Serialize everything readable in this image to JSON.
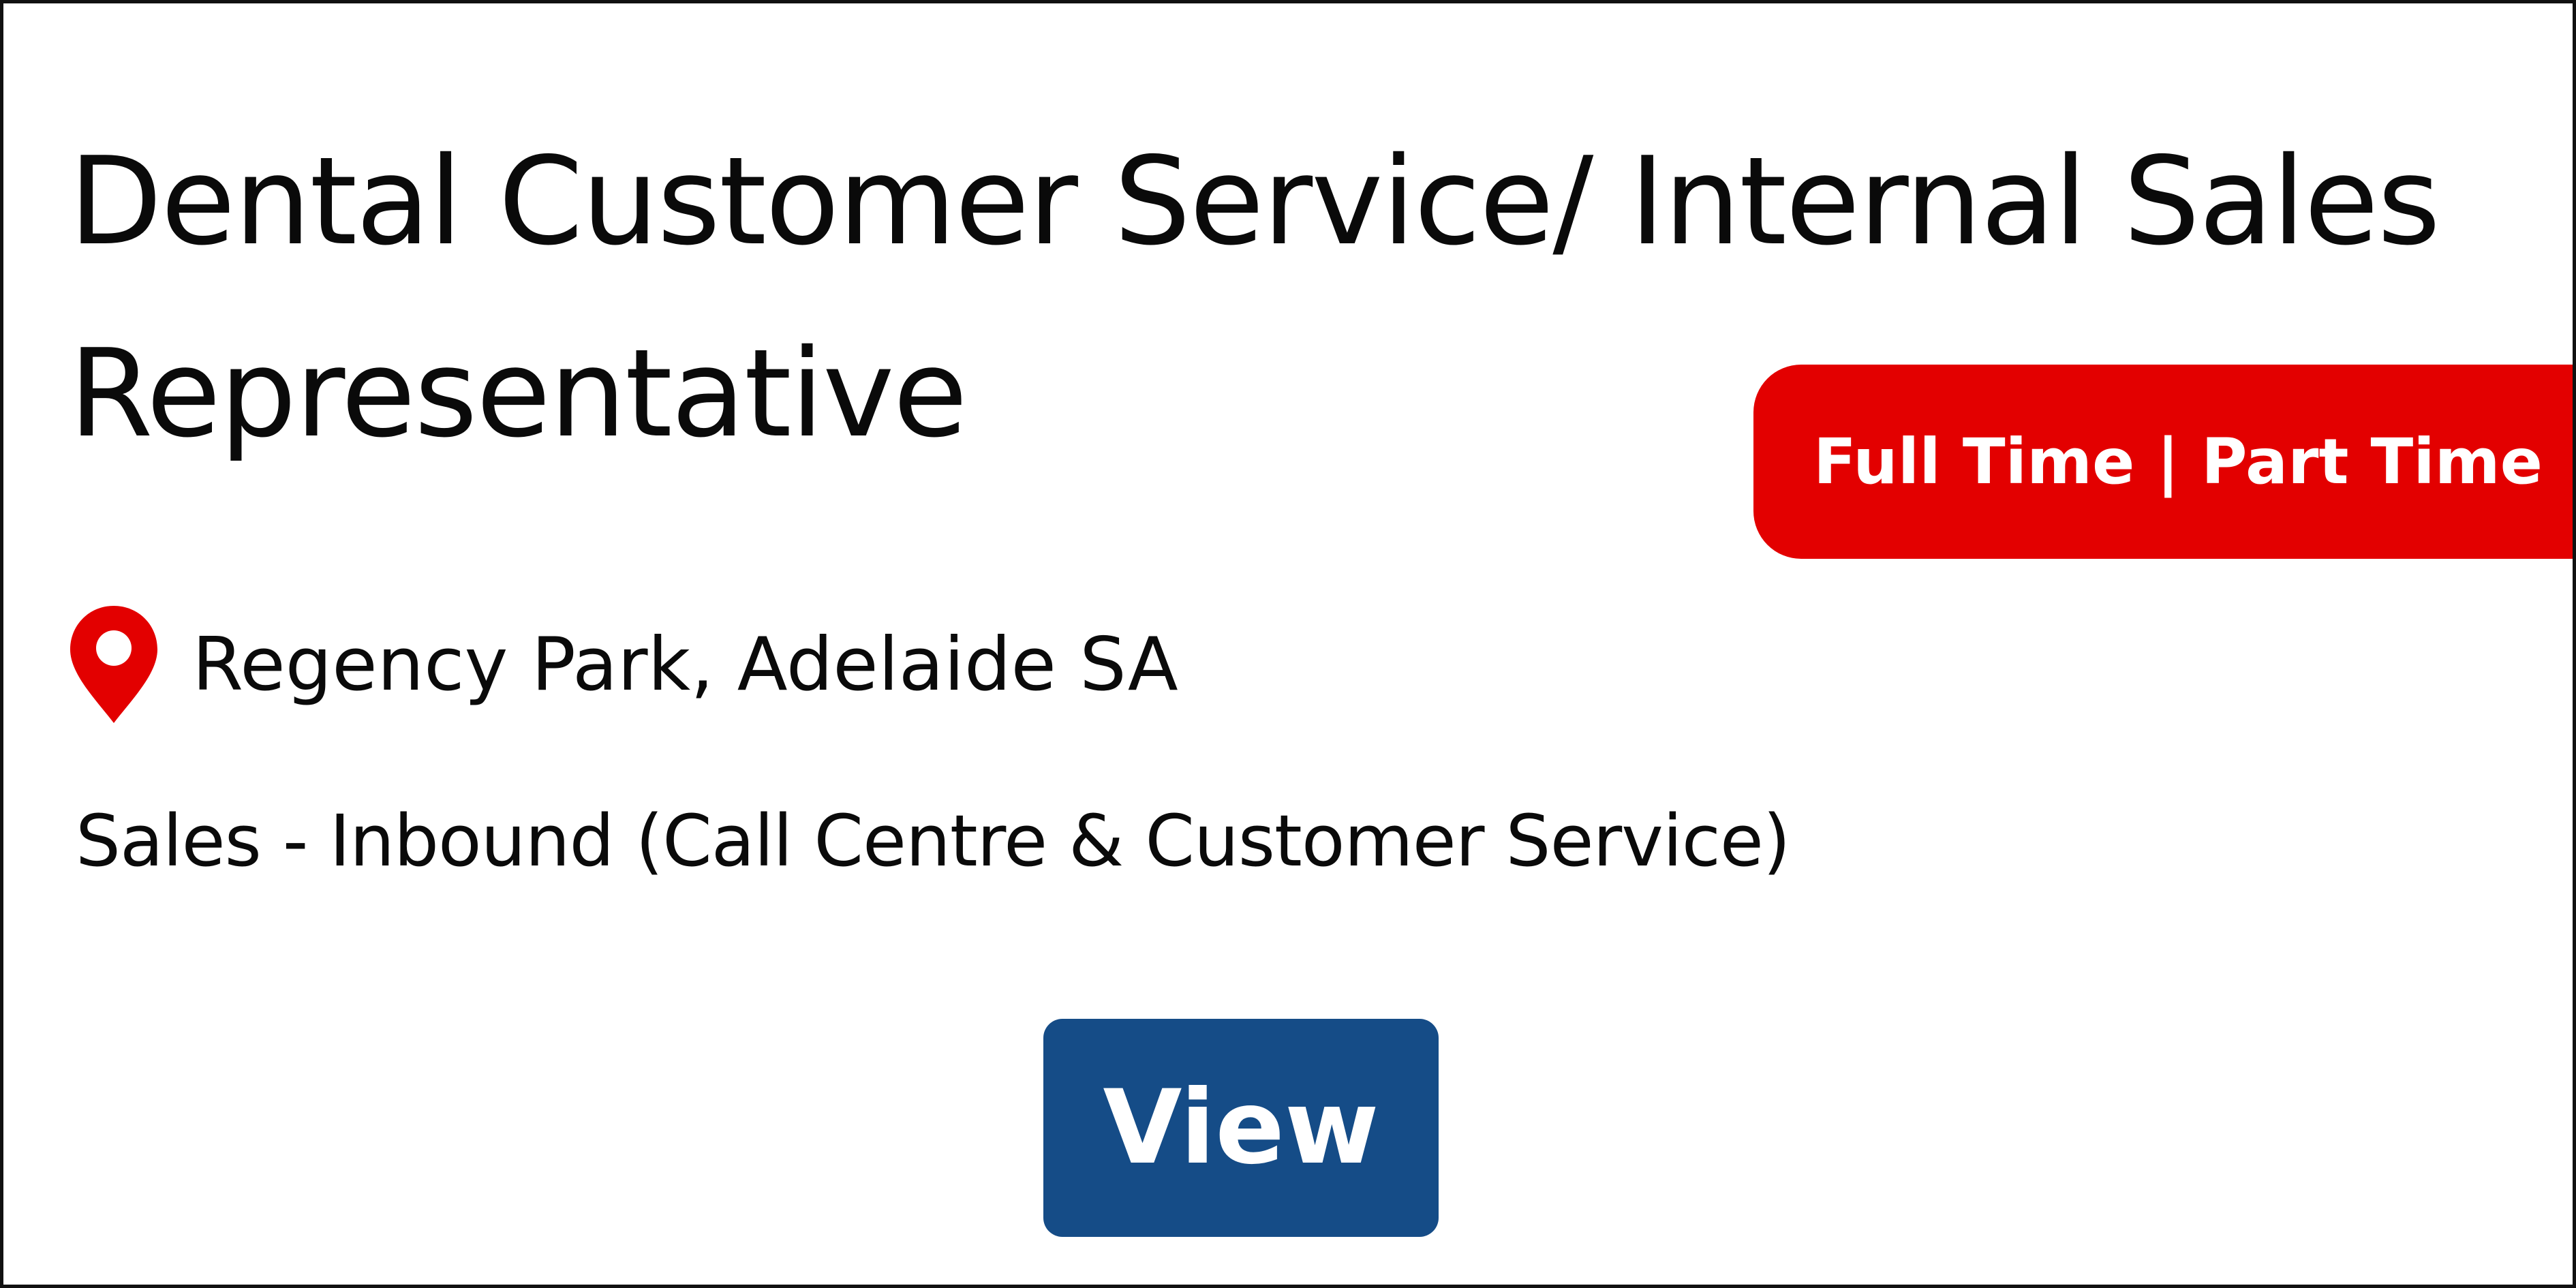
{
  "job": {
    "title": "Dental Customer Service/ Internal Sales Representative",
    "employment_type": "Full Time | Part Time",
    "location": "Regency Park, Adelaide SA",
    "category": "Sales - Inbound (Call Centre & Customer Service)"
  },
  "actions": {
    "view_label": "View"
  },
  "icons": {
    "location": "map-pin-icon"
  },
  "colors": {
    "badge": "#e30000",
    "pin": "#e30000",
    "button": "#154c87",
    "text": "#0a0a0a",
    "border": "#111111"
  }
}
